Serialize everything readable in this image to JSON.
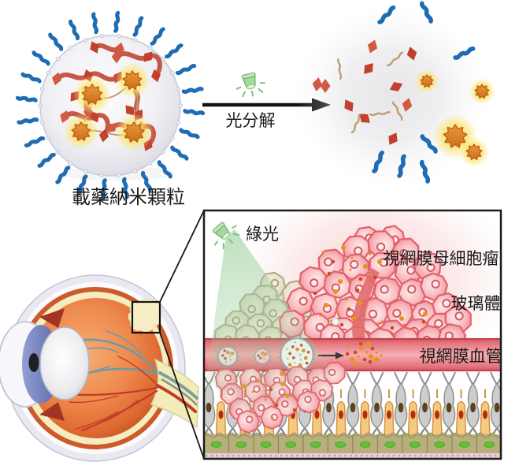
{
  "panel_top": {
    "nanoparticle_label": "載藥納米顆粒",
    "process_label": "光分解",
    "lamp_icon": "green-lamp-icon"
  },
  "inset": {
    "light_label": "綠光",
    "tumor_label": "視網膜母細胞瘤",
    "vitreous_label": "玻璃體",
    "vessel_label": "視網膜血管",
    "lamp_icon": "green-lamp-icon"
  },
  "colors": {
    "peg_chain_blue": "#1e6cb3",
    "polymer_red": "#c0392b",
    "drug_orange": "#e08a1e",
    "glow_yellow": "#f9e87a",
    "lamp_green": "#8ec98e",
    "beam_green": "#9ccf9c",
    "tumor_cell_pink": "#f5989e",
    "dying_cell_beige": "#e6e0cb",
    "vessel_red": "#e0616c",
    "rpe_olive": "#b7b07e",
    "eye_orange": "#e8824a",
    "text": "#1a1a1a"
  }
}
